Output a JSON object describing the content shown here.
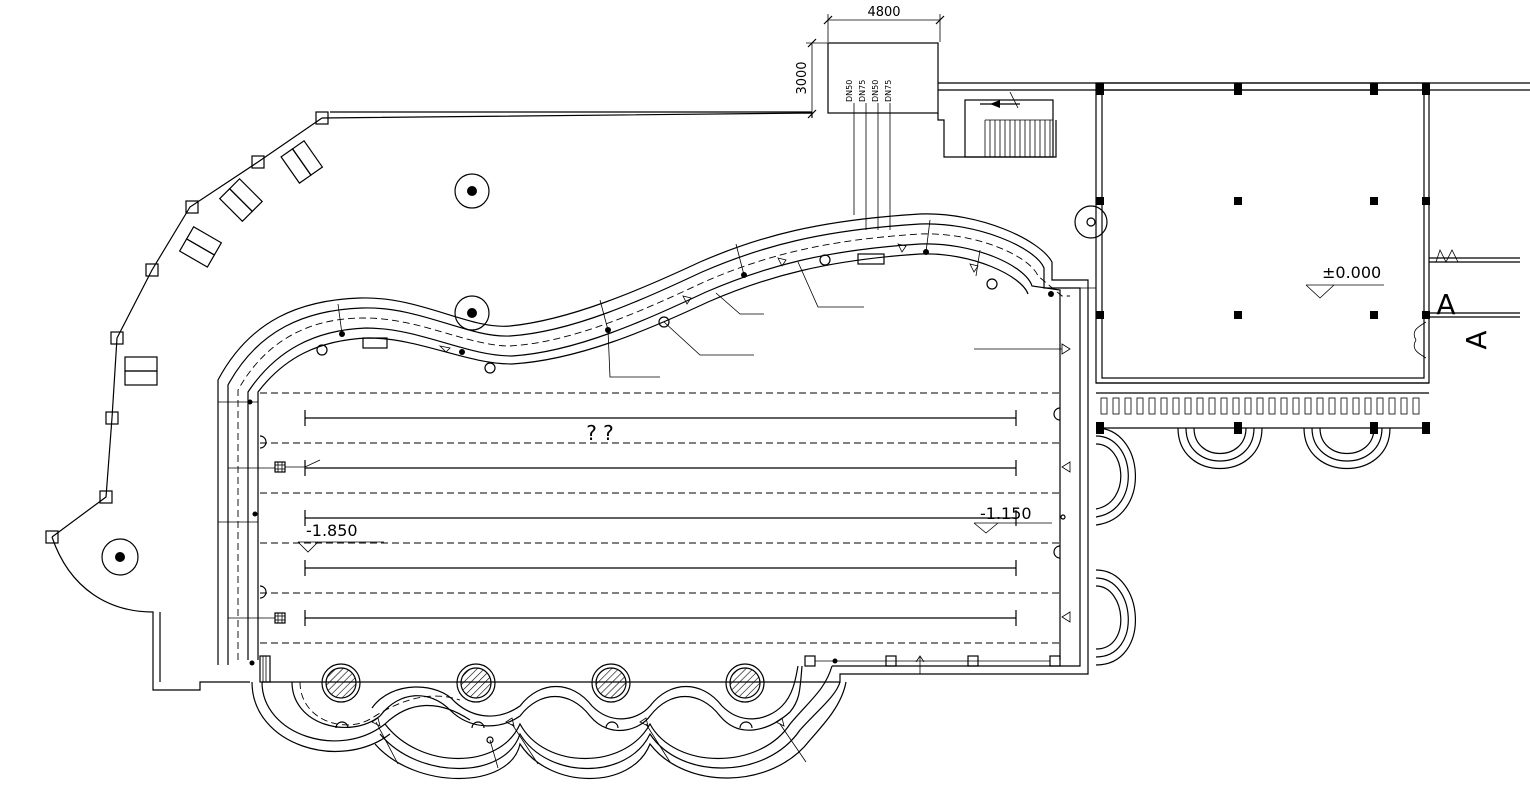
{
  "dimensions": {
    "width": "4800",
    "height": "3000"
  },
  "levels": {
    "building": "±0.000",
    "pool_deep": "-1.850",
    "pool_shallow": "-1.150"
  },
  "pool_label": "? ?",
  "pipe_labels": [
    "DN50",
    "DN75",
    "DN50",
    "DN75"
  ],
  "section_mark": "A"
}
